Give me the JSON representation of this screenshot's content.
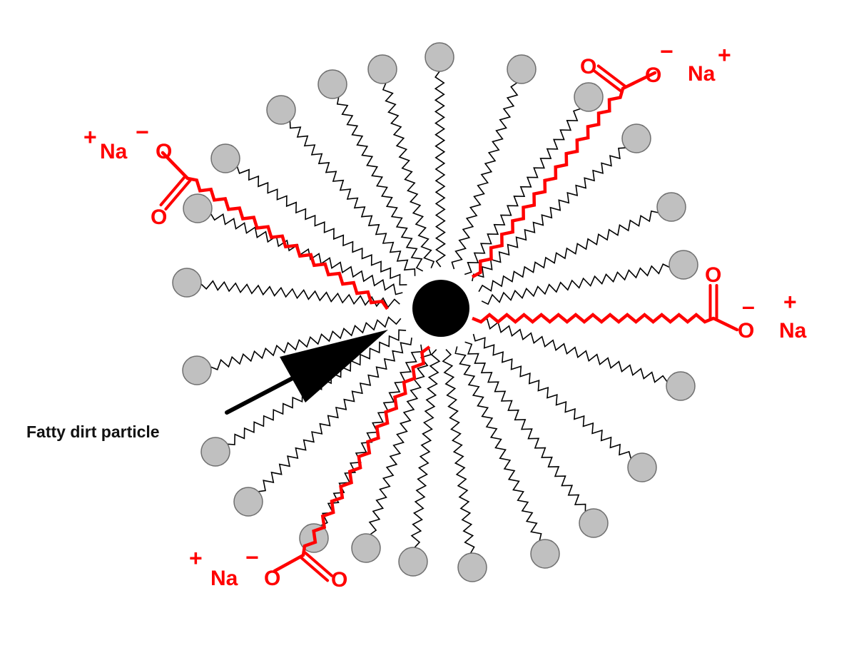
{
  "colors": {
    "background": "#ffffff",
    "head_fill": "#c0c0c0",
    "head_stroke": "#6f6f6f",
    "tail": "#000000",
    "highlight": "#ff0000",
    "particle": "#000000"
  },
  "annotation": {
    "label": "Fatty dirt particle"
  },
  "molecule_count": 23,
  "highlighted_molecules": [
    {
      "sodium": "Na",
      "sodium_charge": "+",
      "oxygen_double": "O",
      "oxygen_single": "O",
      "oxygen_charge": "−"
    },
    {
      "sodium": "Na",
      "sodium_charge": "+",
      "oxygen_double": "O",
      "oxygen_single": "O",
      "oxygen_charge": "−"
    },
    {
      "sodium": "Na",
      "sodium_charge": "+",
      "oxygen_double": "O",
      "oxygen_single": "O",
      "oxygen_charge": "–"
    },
    {
      "sodium": "Na",
      "sodium_charge": "+",
      "oxygen_double": "O",
      "oxygen_single": "O",
      "oxygen_charge": "−"
    }
  ]
}
